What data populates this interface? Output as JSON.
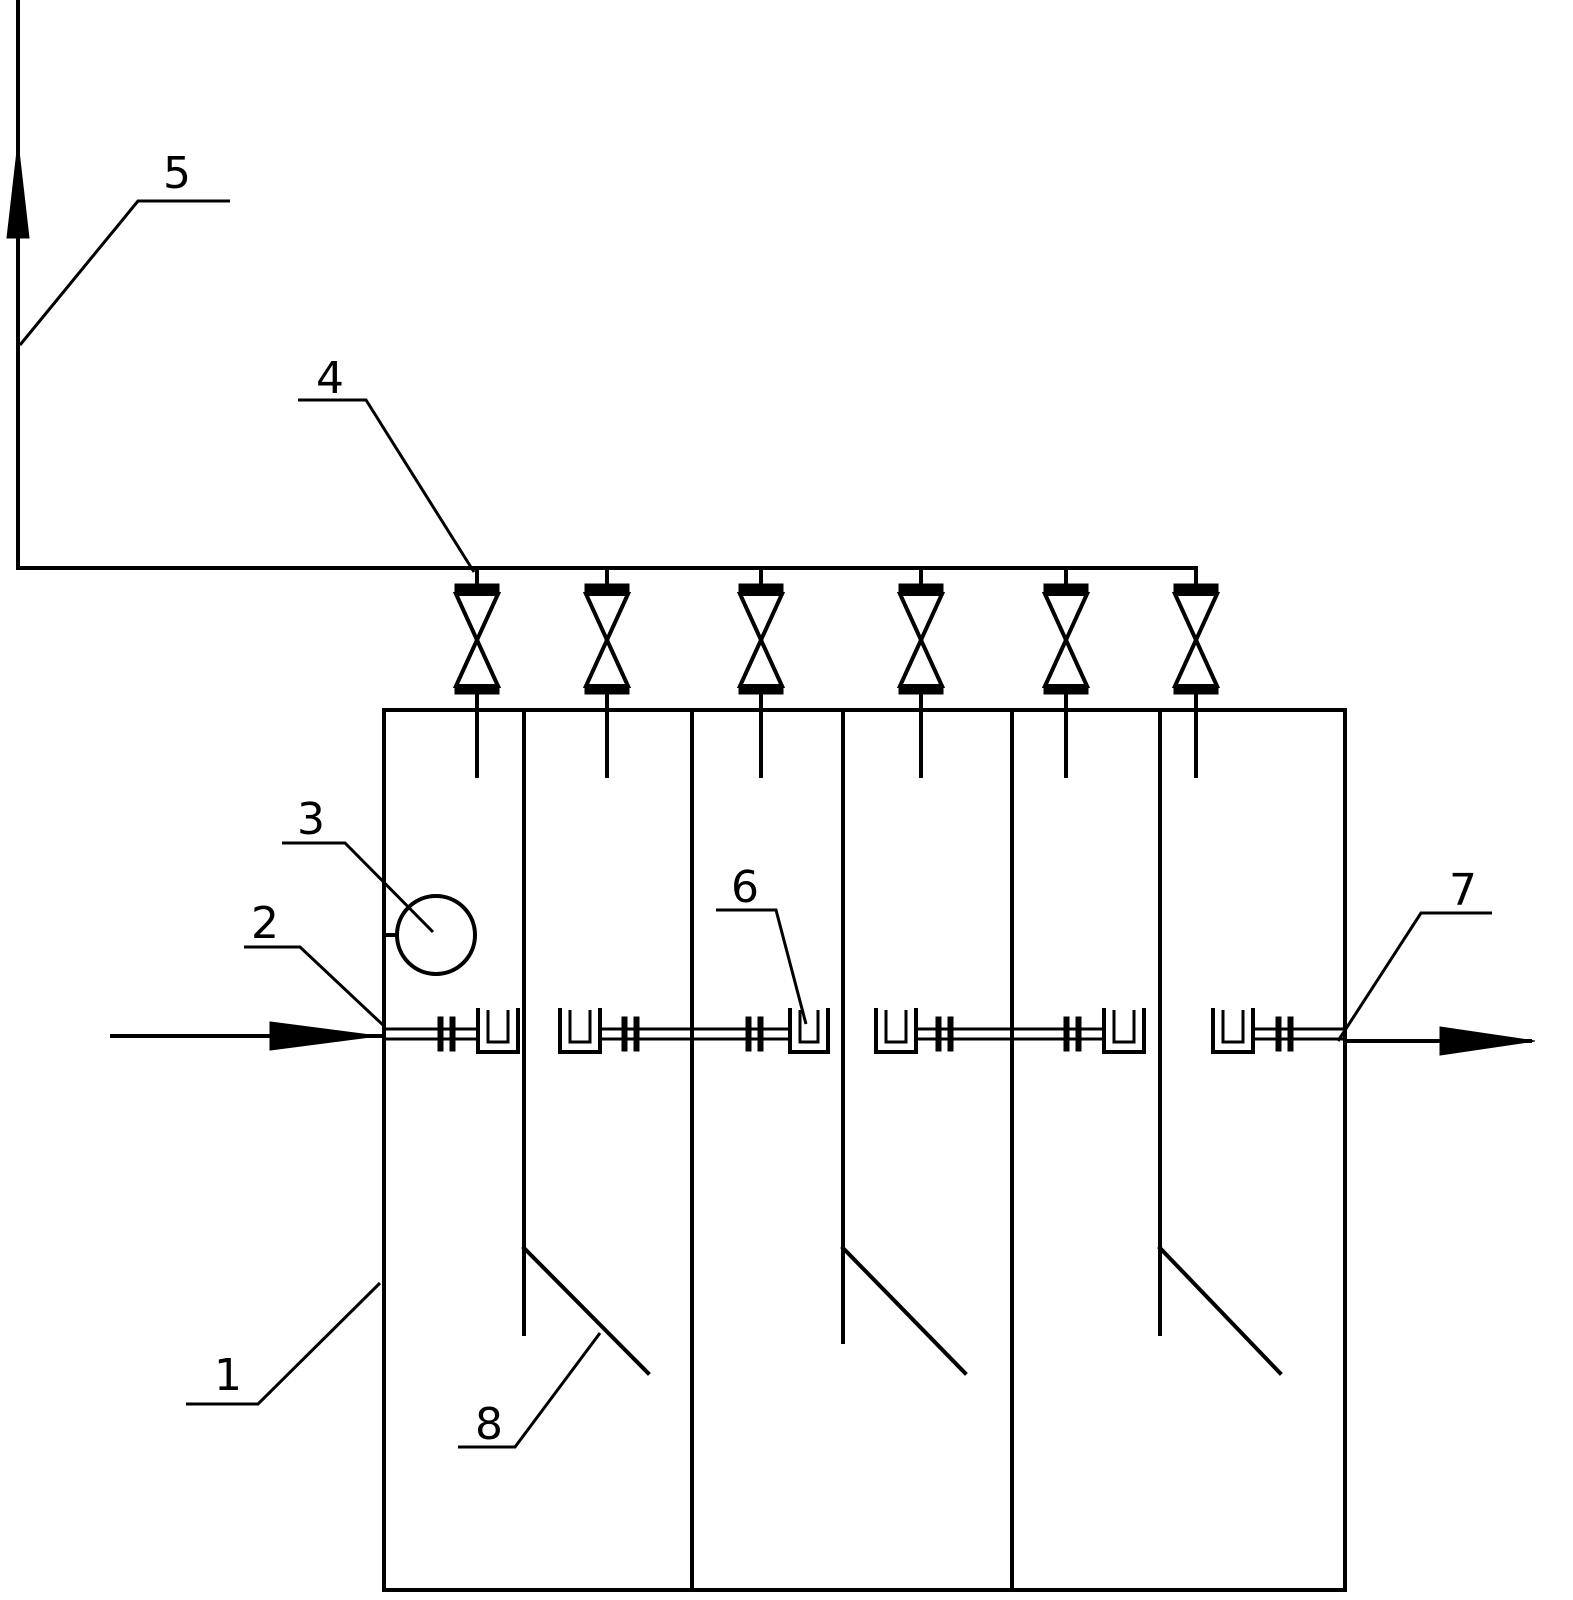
{
  "labels": [
    {
      "id": "tank-wall",
      "text": "1"
    },
    {
      "id": "inlet-pipe",
      "text": "2"
    },
    {
      "id": "gauge",
      "text": "3"
    },
    {
      "id": "valve",
      "text": "4"
    },
    {
      "id": "exhaust-pipe",
      "text": "5"
    },
    {
      "id": "u-connector",
      "text": "6"
    },
    {
      "id": "outlet-pipe",
      "text": "7"
    },
    {
      "id": "baffle",
      "text": "8"
    }
  ]
}
